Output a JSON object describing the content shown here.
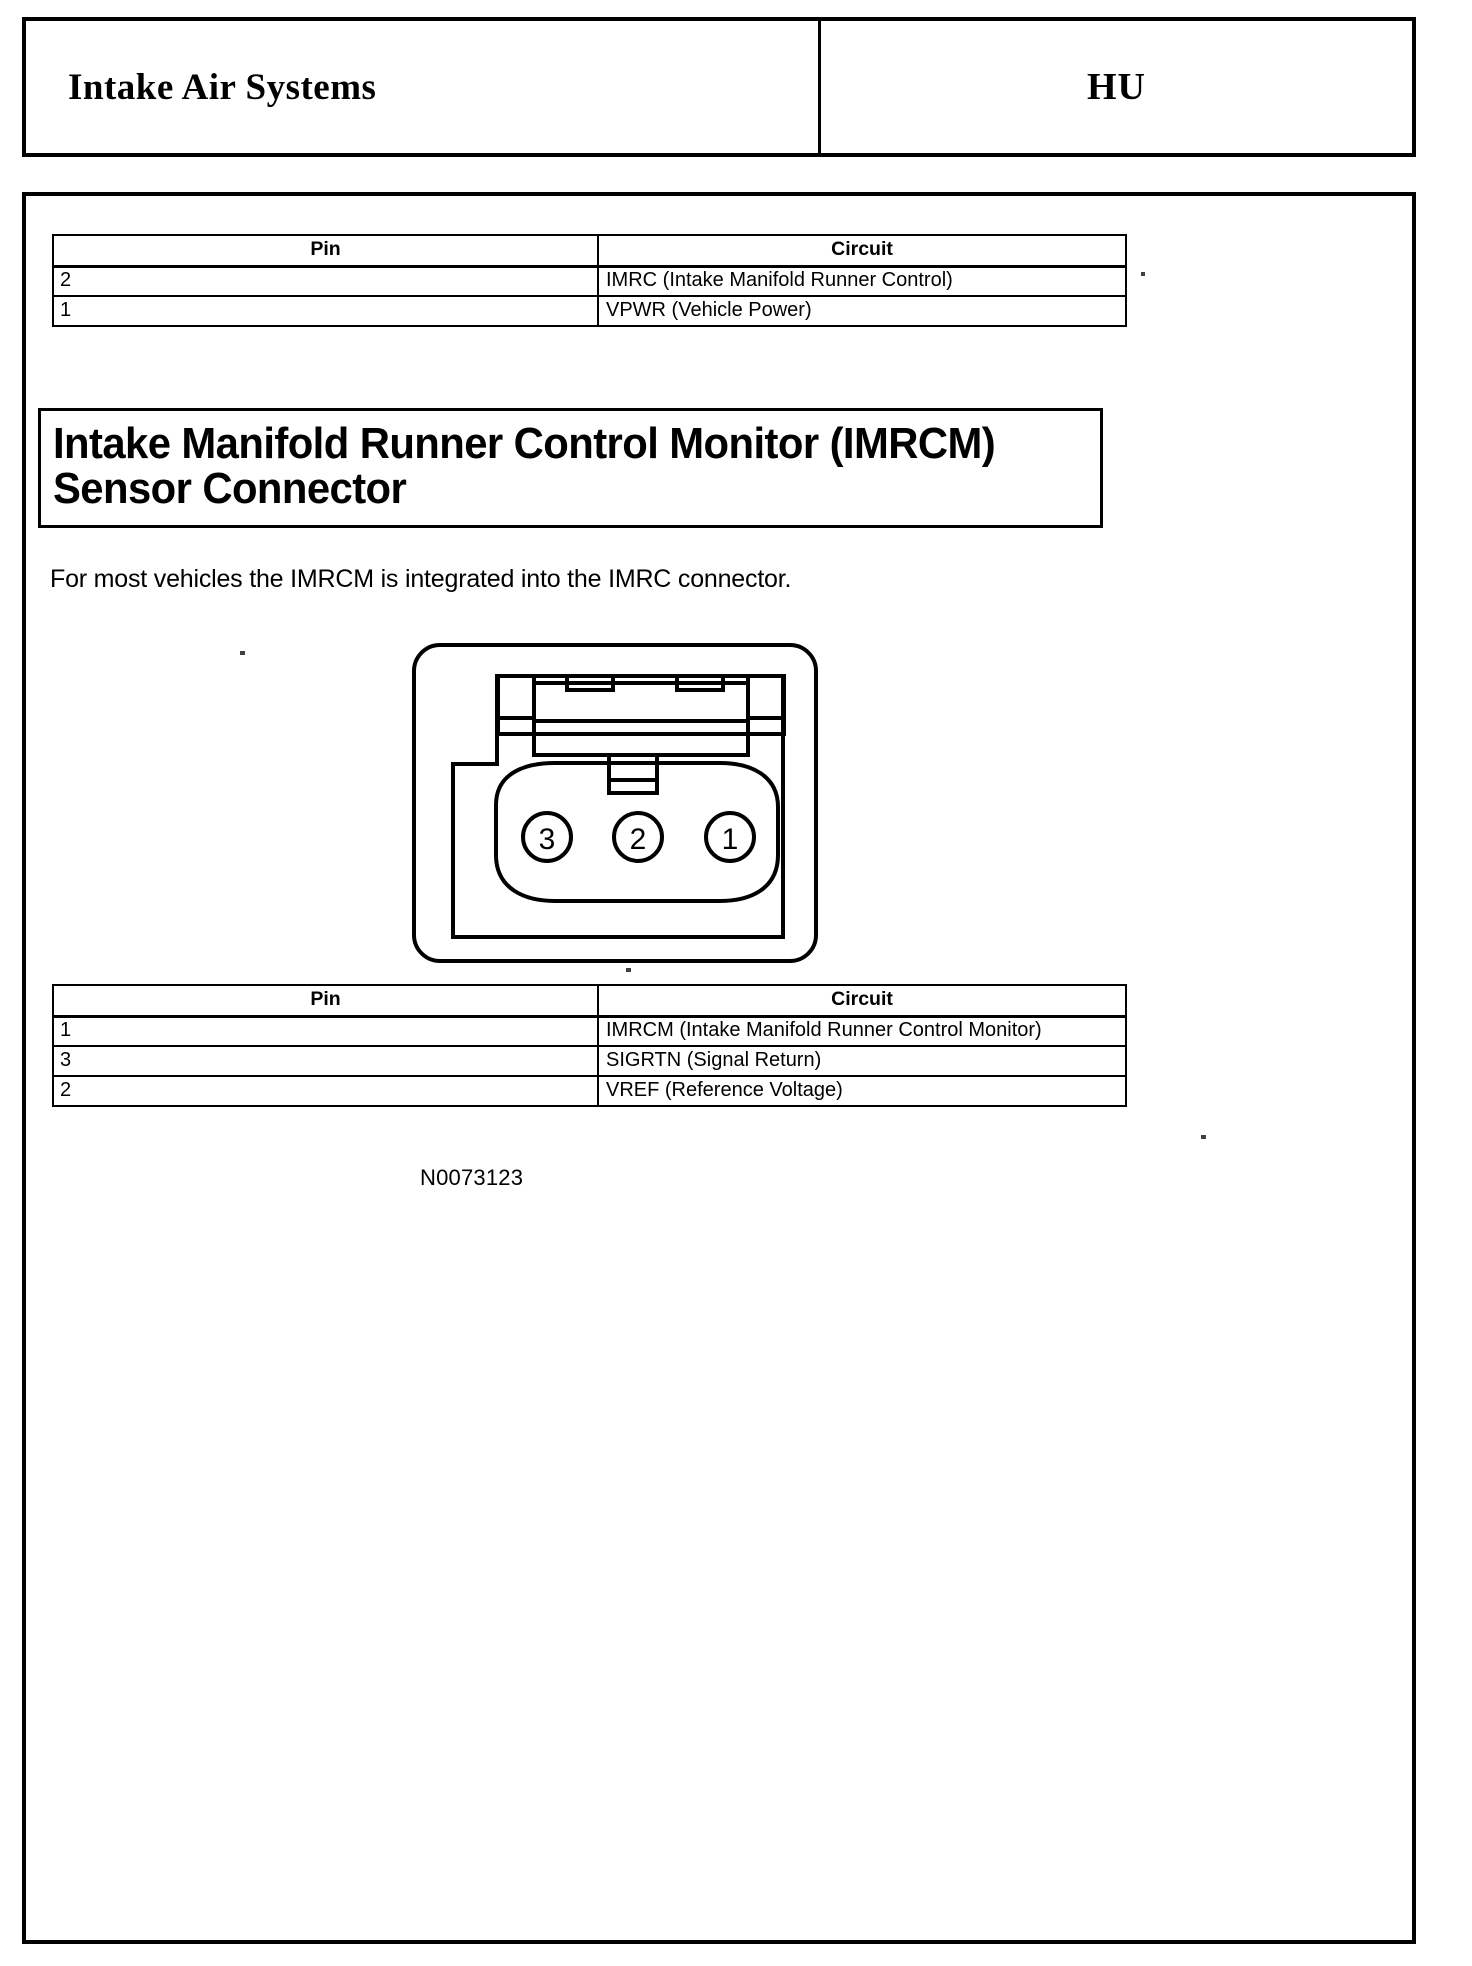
{
  "header": {
    "title": "Intake Air Systems",
    "code": "HU"
  },
  "tables": [
    {
      "name": "imrc-connector-pinout",
      "columns": [
        "Pin",
        "Circuit"
      ],
      "rows": [
        {
          "pin": "2",
          "circuit": "IMRC (Intake Manifold Runner Control)"
        },
        {
          "pin": "1",
          "circuit": "VPWR (Vehicle Power)"
        }
      ]
    },
    {
      "name": "imrcm-connector-pinout",
      "columns": [
        "Pin",
        "Circuit"
      ],
      "rows": [
        {
          "pin": "1",
          "circuit": "IMRCM (Intake Manifold Runner Control Monitor)"
        },
        {
          "pin": "3",
          "circuit": "SIGRTN (Signal Return)"
        },
        {
          "pin": "2",
          "circuit": "VREF (Reference Voltage)"
        }
      ]
    }
  ],
  "section": {
    "title": "Intake Manifold Runner Control Monitor (IMRCM)\nSensor Connector",
    "body": "For most vehicles the IMRCM is integrated into the IMRC connector."
  },
  "figure": {
    "caption": "N0073123",
    "pins": [
      "3",
      "2",
      "1"
    ]
  }
}
